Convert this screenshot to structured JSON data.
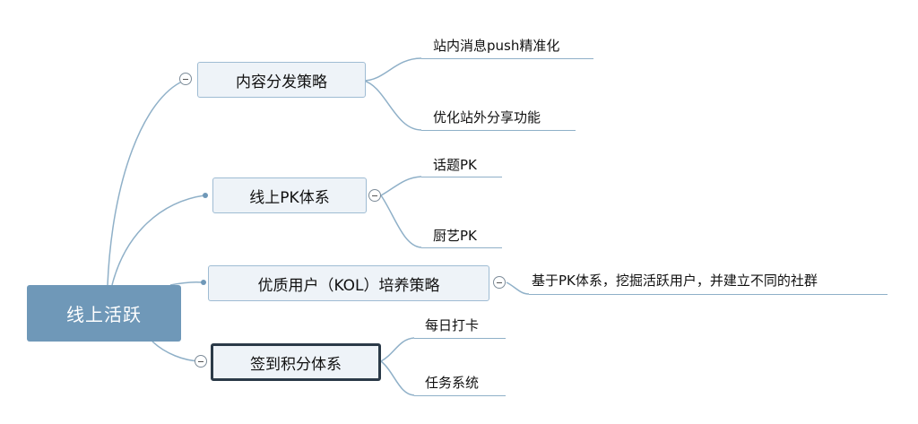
{
  "root": {
    "label": "线上活跃"
  },
  "branches": [
    {
      "label": "内容分发策略",
      "children": [
        "站内消息push精准化",
        "优化站外分享功能"
      ]
    },
    {
      "label": "线上PK体系",
      "children": [
        "话题PK",
        "厨艺PK"
      ]
    },
    {
      "label": "优质用户（KOL）培养策略",
      "children": [
        "基于PK体系，挖掘活跃用户，并建立不同的社群"
      ]
    },
    {
      "label": "签到积分体系",
      "children": [
        "每日打卡",
        "任务系统"
      ]
    }
  ],
  "colors": {
    "root_fill": "#6f98b8",
    "branch_fill": "#eef3f8",
    "branch_border": "#9fbcd3",
    "selected_border": "#2b3a48",
    "connector": "#8fb0c8"
  }
}
